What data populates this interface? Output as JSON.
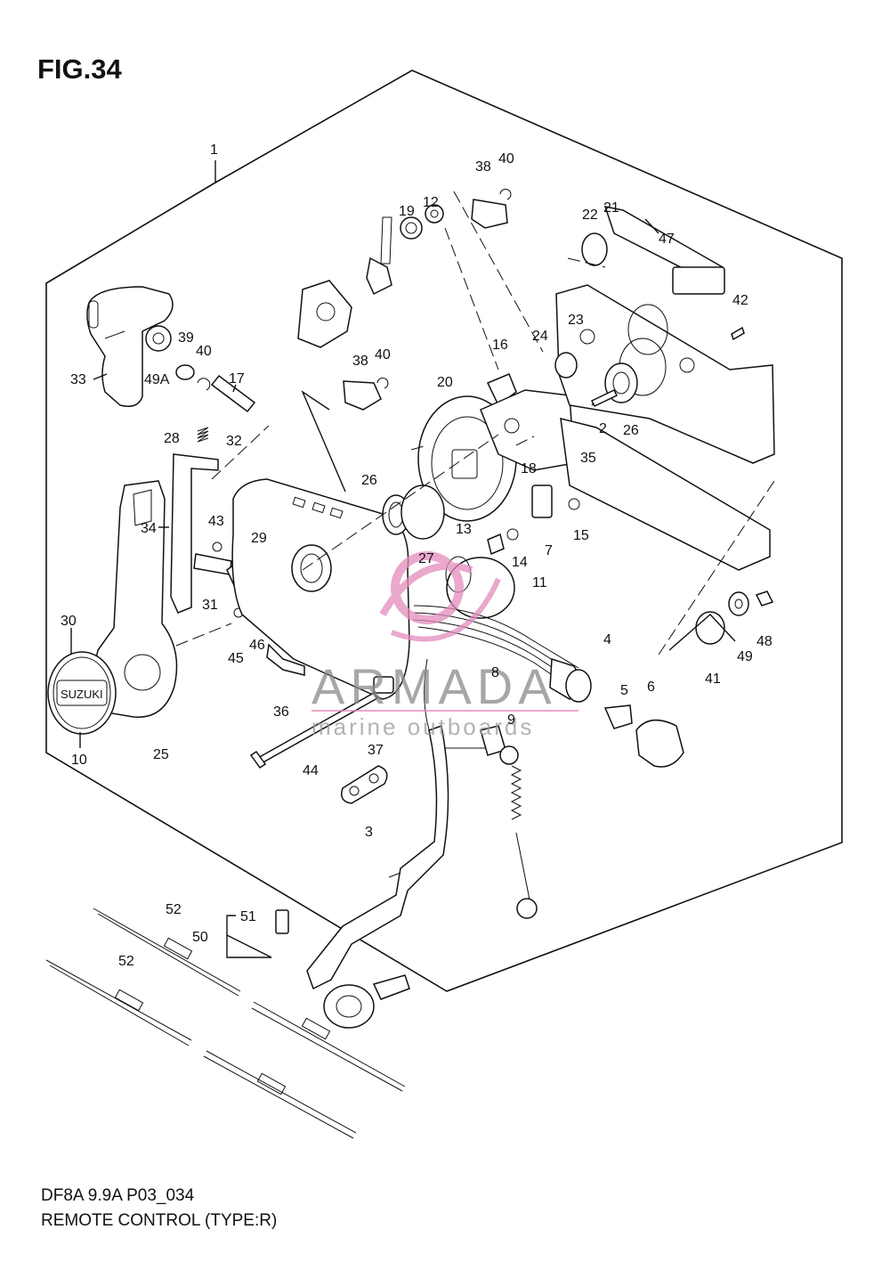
{
  "figure": {
    "title": "FIG.34",
    "code": "DF8A 9.9A P03_034",
    "name": "REMOTE CONTROL (TYPE:R)"
  },
  "watermark": {
    "brand": "ARMADA",
    "tagline": "marine outboards",
    "brand_color": "#e38bbd"
  },
  "callouts": [
    {
      "id": "c1",
      "text": "1"
    },
    {
      "id": "c2",
      "text": "2"
    },
    {
      "id": "c3",
      "text": "3"
    },
    {
      "id": "c4",
      "text": "4"
    },
    {
      "id": "c5",
      "text": "5"
    },
    {
      "id": "c6",
      "text": "6"
    },
    {
      "id": "c7",
      "text": "7"
    },
    {
      "id": "c8",
      "text": "8"
    },
    {
      "id": "c9",
      "text": "9"
    },
    {
      "id": "c10",
      "text": "10"
    },
    {
      "id": "c11",
      "text": "11"
    },
    {
      "id": "c12",
      "text": "12"
    },
    {
      "id": "c13",
      "text": "13"
    },
    {
      "id": "c14",
      "text": "14"
    },
    {
      "id": "c15",
      "text": "15"
    },
    {
      "id": "c16",
      "text": "16"
    },
    {
      "id": "c17",
      "text": "17"
    },
    {
      "id": "c18",
      "text": "18"
    },
    {
      "id": "c19",
      "text": "19"
    },
    {
      "id": "c20",
      "text": "20"
    },
    {
      "id": "c21",
      "text": "21"
    },
    {
      "id": "c22",
      "text": "22"
    },
    {
      "id": "c23",
      "text": "23"
    },
    {
      "id": "c24",
      "text": "24"
    },
    {
      "id": "c25",
      "text": "25"
    },
    {
      "id": "c26a",
      "text": "26"
    },
    {
      "id": "c26b",
      "text": "26"
    },
    {
      "id": "c27",
      "text": "27"
    },
    {
      "id": "c28",
      "text": "28"
    },
    {
      "id": "c29",
      "text": "29"
    },
    {
      "id": "c30",
      "text": "30"
    },
    {
      "id": "c31",
      "text": "31"
    },
    {
      "id": "c32",
      "text": "32"
    },
    {
      "id": "c33",
      "text": "33"
    },
    {
      "id": "c34",
      "text": "34"
    },
    {
      "id": "c35",
      "text": "35"
    },
    {
      "id": "c36",
      "text": "36"
    },
    {
      "id": "c37",
      "text": "37"
    },
    {
      "id": "c38a",
      "text": "38"
    },
    {
      "id": "c38b",
      "text": "38"
    },
    {
      "id": "c39",
      "text": "39"
    },
    {
      "id": "c40a",
      "text": "40"
    },
    {
      "id": "c40b",
      "text": "40"
    },
    {
      "id": "c40c",
      "text": "40"
    },
    {
      "id": "c41",
      "text": "41"
    },
    {
      "id": "c42",
      "text": "42"
    },
    {
      "id": "c43",
      "text": "43"
    },
    {
      "id": "c44",
      "text": "44"
    },
    {
      "id": "c45",
      "text": "45"
    },
    {
      "id": "c46",
      "text": "46"
    },
    {
      "id": "c47",
      "text": "47"
    },
    {
      "id": "c48",
      "text": "48"
    },
    {
      "id": "c49",
      "text": "49"
    },
    {
      "id": "c49a",
      "text": "49A"
    },
    {
      "id": "c50",
      "text": "50"
    },
    {
      "id": "c51",
      "text": "51"
    },
    {
      "id": "c52a",
      "text": "52"
    },
    {
      "id": "c52b",
      "text": "52"
    }
  ]
}
